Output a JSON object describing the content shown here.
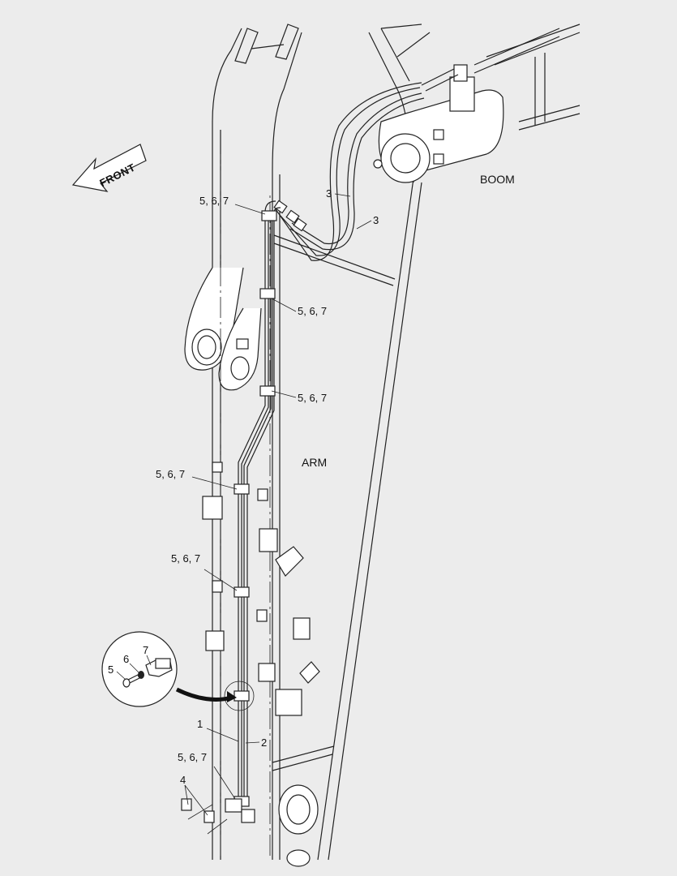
{
  "labels": {
    "front": "FRONT",
    "boom": "BOOM",
    "arm": "ARM",
    "callout_567": "5, 6, 7",
    "part_1": "1",
    "part_2": "2",
    "part_3": "3",
    "part_4": "4",
    "part_5": "5",
    "part_6": "6",
    "part_7": "7"
  }
}
